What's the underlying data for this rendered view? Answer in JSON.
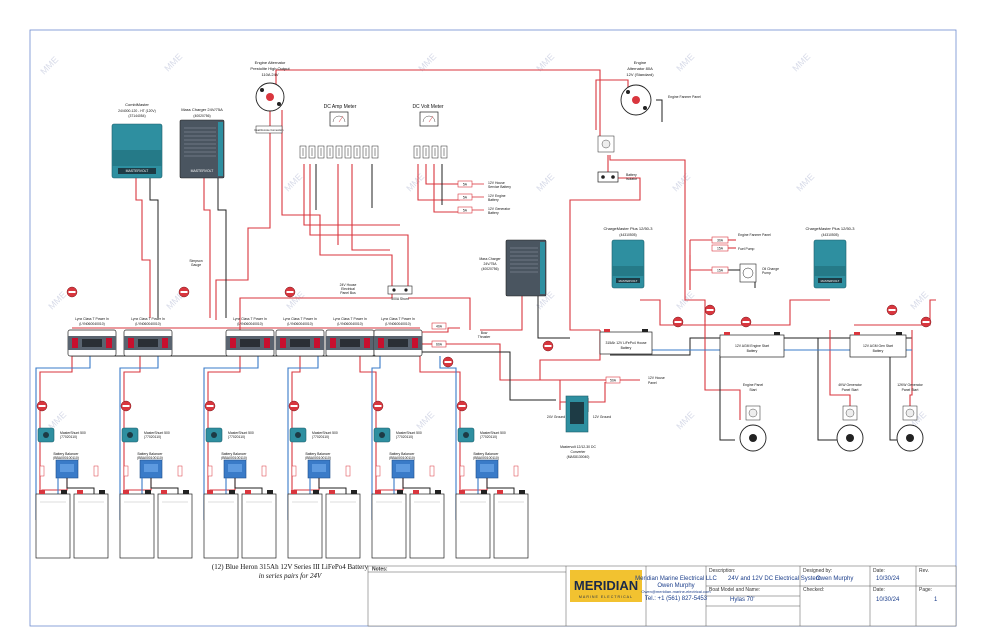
{
  "watermark": "MME",
  "components": {
    "combimaster": {
      "name": "CombiMaster",
      "model": "24/4000-120 - HT (120V)",
      "part": "(37144054)",
      "brand": "MASTERVOLT"
    },
    "mass_charger_left": {
      "name": "Mass Charger 24V/75A",
      "part": "(40020756)",
      "brand": "MASTERVOLT"
    },
    "alt_24v": {
      "name": "Engine Alternator",
      "model": "Prestolite High Output",
      "rating": "110A 24V",
      "note": "Dual Remote Connection"
    },
    "alt_12v": {
      "name": "Engine",
      "model": "Alternator 80A",
      "rating": "12V (Standard)"
    },
    "dc_amp": {
      "name": "DC Amp Meter"
    },
    "dc_volt": {
      "name": "DC Volt Meter"
    },
    "batt_isolator": {
      "name": "Battery",
      "line2": "Isolator"
    },
    "mass_charger_right": {
      "name": "Mass Charger",
      "model": "24V/75A",
      "part": "(40020756)"
    },
    "cm_plus_1": {
      "name": "ChargeMaster Plus 12/50-3",
      "part": "(44310505)",
      "brand": "MASTERVOLT"
    },
    "cm_plus_2": {
      "name": "ChargeMaster Plus 12/50-3",
      "part": "(44310505)",
      "brand": "MASTERVOLT"
    },
    "house_bus": {
      "name": "24V House",
      "line2": "Electrical",
      "line3": "Panel Bus"
    },
    "simpson": {
      "name": "Simpson",
      "line2": "Gauge"
    },
    "bow_thruster": {
      "name": "Bow",
      "line2": "Thruster"
    },
    "batt_lifepo4": {
      "name": "315Ah 12V LiFePo4 House",
      "line2": "Battery"
    },
    "batt_agm_engine": {
      "name": "12V AGM Engine Start",
      "line2": "Battery"
    },
    "batt_agm_gen": {
      "name": "12V AGM Gen Start",
      "line2": "Battery"
    },
    "converter": {
      "name": "Mastervolt 12/12-30 DC",
      "line2": "Converter",
      "part": "(MAS8130040)"
    },
    "engine_panel_start": {
      "name": "Engine Panel",
      "line2": "Start"
    },
    "gen_4kw": {
      "name": "4KW Generator",
      "line2": "Panel Start"
    },
    "gen_12kw": {
      "name": "12KW Generator",
      "line2": "Panel Start"
    },
    "lynx_label": "Lynx Class T Power In",
    "lynx_part": "(LYN060040010)",
    "mastershunt": "MasterShunt 500",
    "mastershunt_part": "(77020110)",
    "battery_balancer": "Battery Balancer",
    "balancer_part": "(BBA000100110)",
    "ground_24v": "24V Ground",
    "ground_12v": "12V Ground",
    "shunt": "500A Shunt"
  },
  "loads": [
    {
      "fuse": "5A",
      "label": "12V House",
      "line2": "Service Battery"
    },
    {
      "fuse": "5A",
      "label": "12V Engine",
      "line2": "Battery"
    },
    {
      "fuse": "5A",
      "label": "12V Generator",
      "line2": "Battery"
    }
  ],
  "right_loads": [
    {
      "fuse": "30A",
      "label": "Engine Fanmer Panel"
    },
    {
      "fuse": "15A",
      "label": "Fuel Pump"
    },
    {
      "fuse": "15A",
      "label": "Oil Change",
      "line2": "Pump"
    }
  ],
  "misc": {
    "engine_fanmer": "Engine Fanmer Panel",
    "house_panel_12v": "12V House",
    "house_panel_12v_2": "Panel",
    "fuse_50a": "50A",
    "fuse_60a": "60A",
    "fuse_40a": "40A"
  },
  "battery_caption": {
    "line1": "(12) Blue Heron 315Ah 12V Series III LiFePo4 Battery",
    "line2": "in series pairs for 24V"
  },
  "title_block": {
    "notes_label": "Notes:",
    "logo_main": "MERIDIAN",
    "logo_sub": "MARINE ELECTRICAL",
    "company": "Meridian Marine Electrical LLC",
    "person": "Owen Murphy",
    "email": "Owen@meridian-marine-electrical.com",
    "phone": "Tel.: +1 (561) 827-5453",
    "description_label": "Description:",
    "description": "24V and 12V DC Electrical System",
    "boat_label": "Boat Model and Name:",
    "boat": "Hylas 70'",
    "designed_label": "Designed by:",
    "designed": "Owen Murphy",
    "checked_label": "Checked:",
    "checked": "",
    "date_label": "Date:",
    "date1": "10/30/24",
    "date2": "10/30/24",
    "rev_label": "Rev.",
    "page_label": "Page:",
    "page": "1"
  }
}
